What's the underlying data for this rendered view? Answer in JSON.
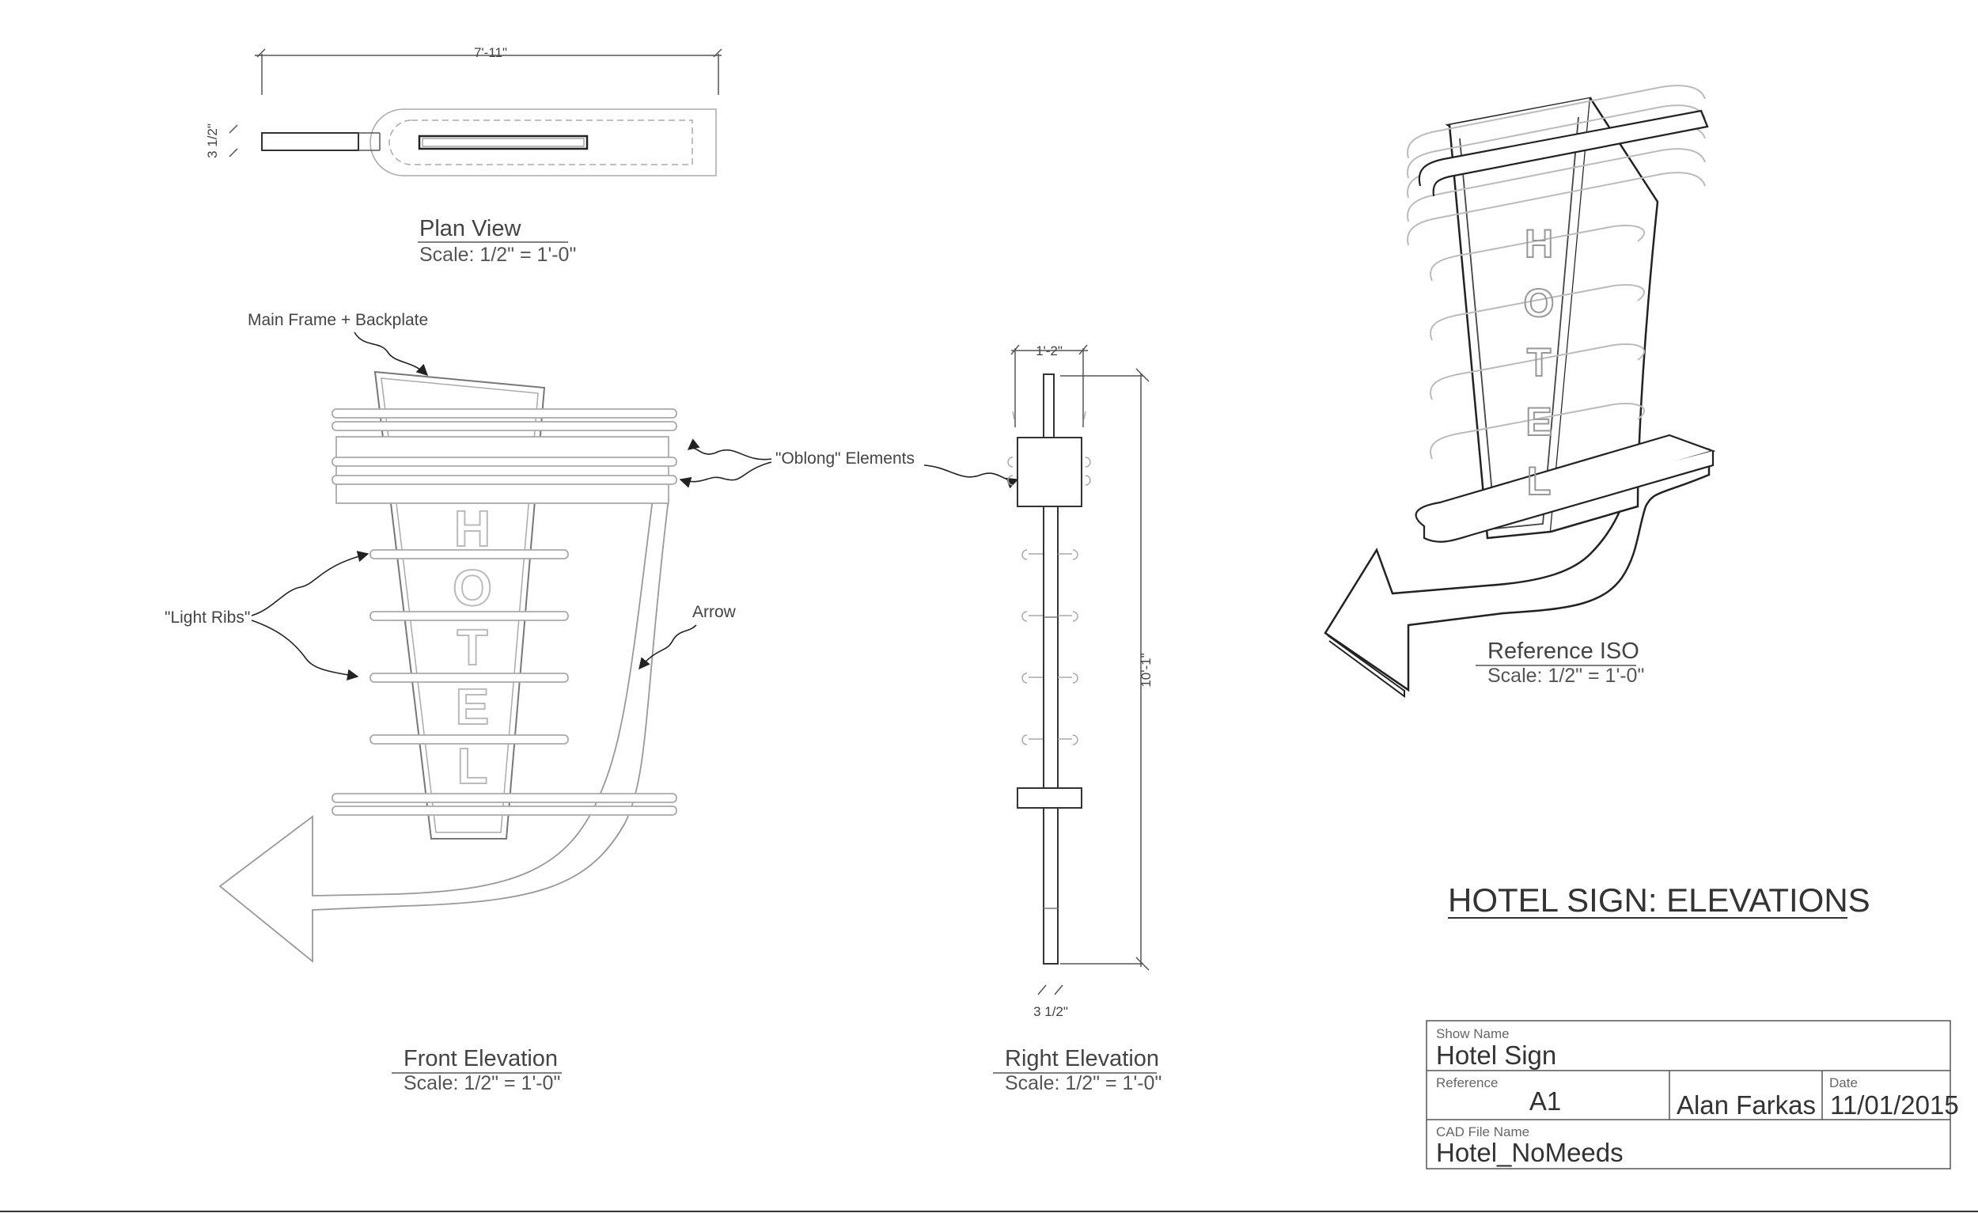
{
  "plan_view": {
    "title": "Plan View",
    "scale": "Scale: 1/2\" = 1'-0\"",
    "dim_width": "7'-11\"",
    "dim_depth": "3 1/2\""
  },
  "front_elevation": {
    "title": "Front Elevation",
    "scale": "Scale: 1/2\" = 1'-0\"",
    "callouts": {
      "main_frame": "Main Frame + Backplate",
      "oblong": "\"Oblong\" Elements",
      "light_ribs": "\"Light Ribs\"",
      "arrow": "Arrow"
    },
    "sign_letters": [
      "H",
      "O",
      "T",
      "E",
      "L"
    ]
  },
  "right_elevation": {
    "title": "Right Elevation",
    "scale": "Scale: 1/2\" = 1'-0\"",
    "dim_width": "1'-2\"",
    "dim_height": "10'-1\"",
    "dim_depth": "3 1/2\""
  },
  "reference_iso": {
    "title": "Reference ISO",
    "scale": "Scale: 1/2\" = 1'-0\"",
    "sign_letters": [
      "H",
      "O",
      "T",
      "E",
      "L"
    ]
  },
  "sheet_title": "HOTEL SIGN: ELEVATIONS",
  "title_block": {
    "show_name_label": "Show Name",
    "show_name": "Hotel Sign",
    "reference_label": "Reference",
    "reference": "A1",
    "drafter": "Alan Farkas",
    "date_label": "Date",
    "date": "11/01/2015",
    "cad_file_label": "CAD File Name",
    "cad_file": "Hotel_NoMeeds"
  }
}
